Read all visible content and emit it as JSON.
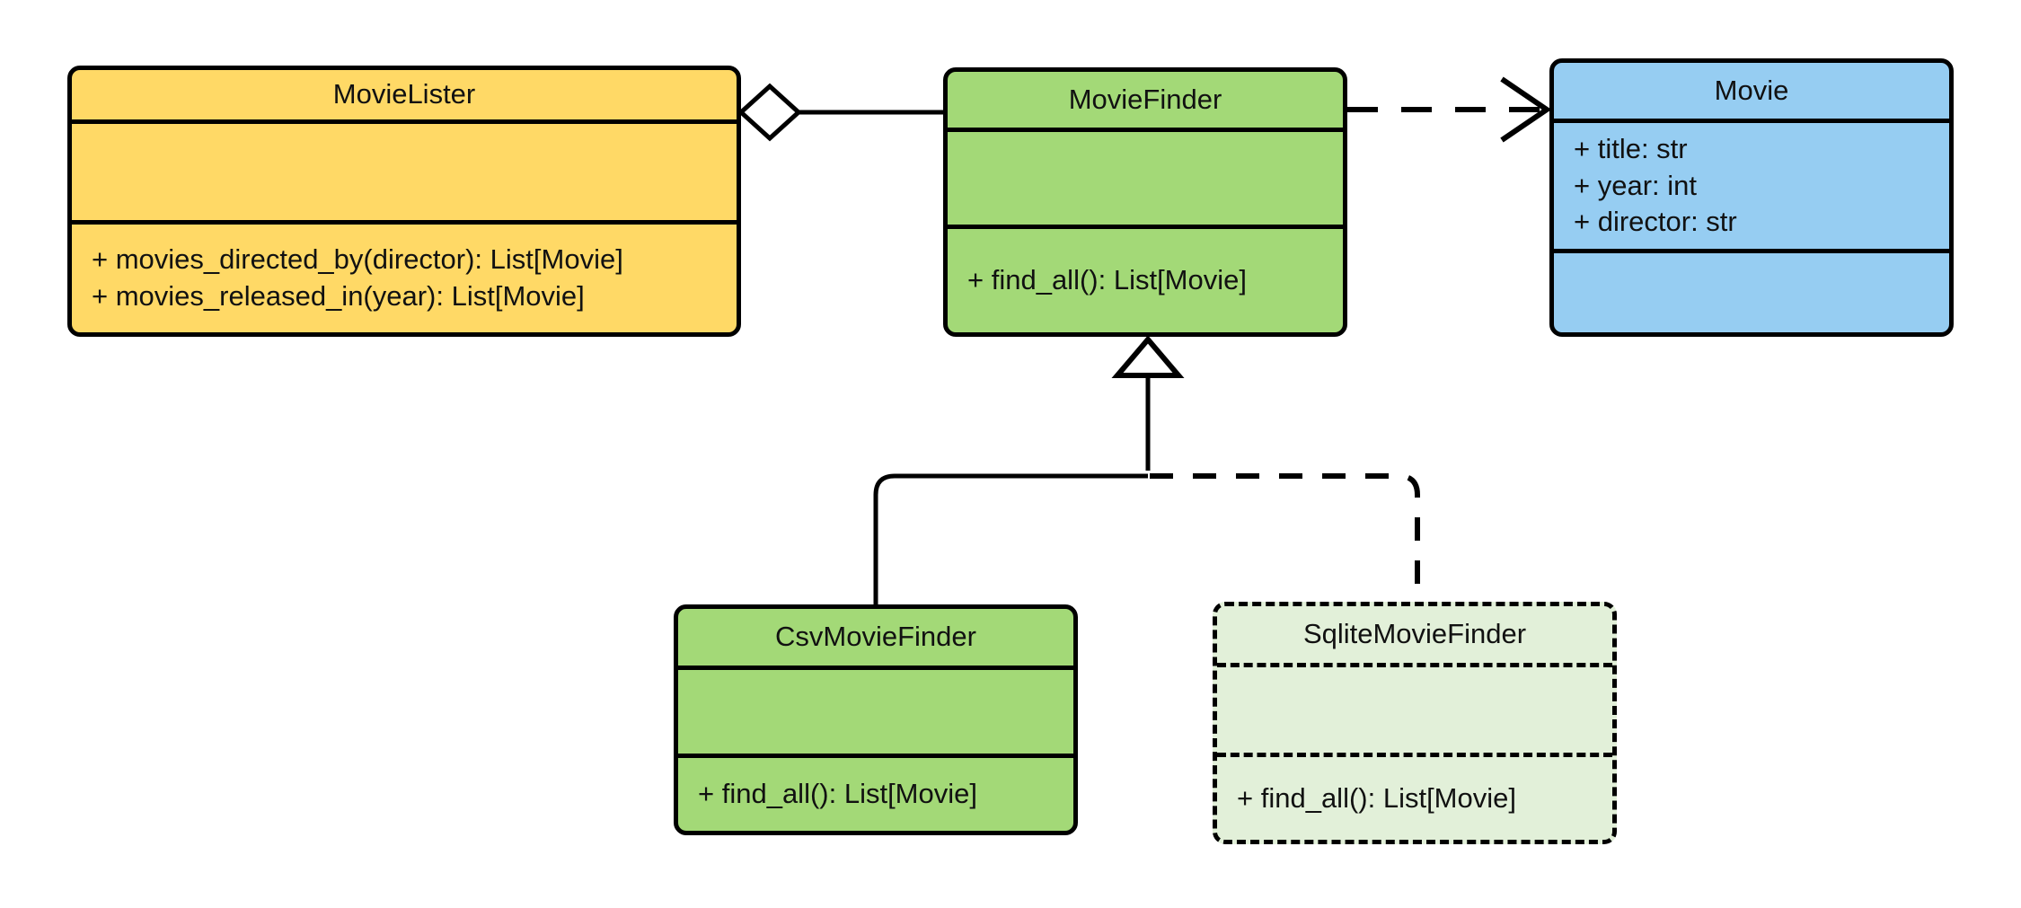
{
  "diagram": {
    "title": "MovieLister / MovieFinder UML class diagram",
    "type": "uml-class-diagram",
    "background_color": "#ffffff",
    "line_color": "#000000",
    "text_color": "#111111"
  },
  "classes": [
    {
      "id": "movie-lister",
      "name": "MovieLister",
      "fill_color": "#ffd966",
      "border_style": "solid",
      "attributes": [],
      "methods": [
        "+ movies_directed_by(director): List[Movie]",
        "+ movies_released_in(year): List[Movie]"
      ]
    },
    {
      "id": "movie-finder",
      "name": "MovieFinder",
      "fill_color": "#a3d977",
      "border_style": "solid",
      "attributes": [],
      "methods": [
        "+ find_all(): List[Movie]"
      ]
    },
    {
      "id": "movie",
      "name": "Movie",
      "fill_color": "#96cdf2",
      "border_style": "solid",
      "attributes": [
        "+ title: str",
        "+ year: int",
        "+ director: str"
      ],
      "methods": []
    },
    {
      "id": "csv-movie-finder",
      "name": "CsvMovieFinder",
      "fill_color": "#a3d977",
      "border_style": "solid",
      "attributes": [],
      "methods": [
        "+ find_all(): List[Movie]"
      ]
    },
    {
      "id": "sqlite-movie-finder",
      "name": "SqliteMovieFinder",
      "fill_color": "#e2f0d9",
      "border_style": "dashed",
      "attributes": [],
      "methods": [
        "+ find_all(): List[Movie]"
      ]
    }
  ],
  "relationships": [
    {
      "id": "aggregation-lister-finder",
      "kind": "aggregation",
      "from": "MovieLister",
      "to": "MovieFinder",
      "line_style": "solid",
      "source_marker": "hollow-diamond",
      "target_marker": "none"
    },
    {
      "id": "dependency-finder-movie",
      "kind": "dependency",
      "from": "MovieFinder",
      "to": "Movie",
      "line_style": "dashed",
      "source_marker": "none",
      "target_marker": "open-arrow"
    },
    {
      "id": "inheritance-csv-finder",
      "kind": "generalization",
      "from": "CsvMovieFinder",
      "to": "MovieFinder",
      "line_style": "solid",
      "source_marker": "none",
      "target_marker": "hollow-triangle"
    },
    {
      "id": "inheritance-sqlite-finder",
      "kind": "generalization",
      "from": "SqliteMovieFinder",
      "to": "MovieFinder",
      "line_style": "dashed",
      "source_marker": "none",
      "target_marker": "hollow-triangle"
    }
  ]
}
